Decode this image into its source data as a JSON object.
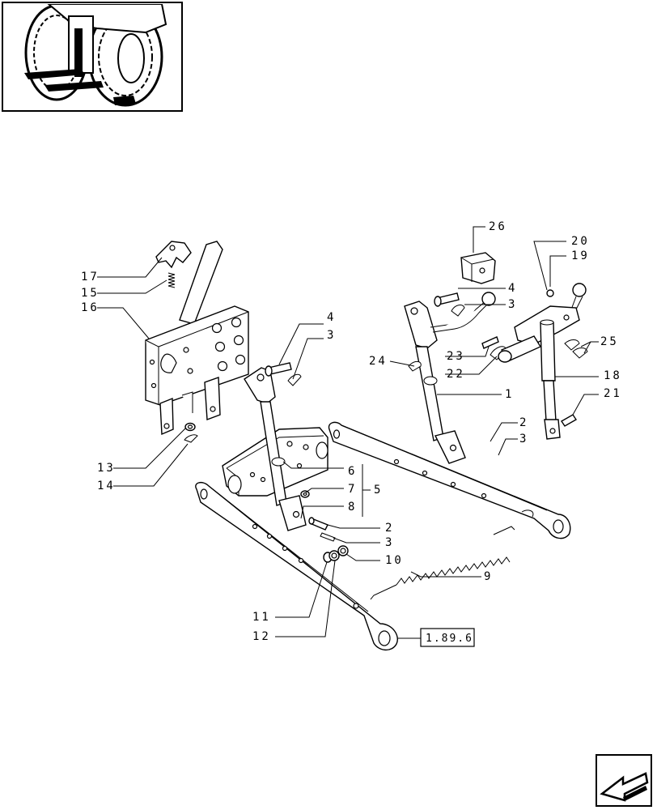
{
  "ref_box": {
    "label": "1.89.6"
  },
  "callouts": {
    "c1": "1",
    "c2a": "2",
    "c2b": "2",
    "c3a": "3",
    "c3b": "3",
    "c3c": "3",
    "c3d": "3",
    "c4a": "4",
    "c4b": "4",
    "c5": "5",
    "c6": "6",
    "c7": "7",
    "c8": "8",
    "c9": "9",
    "c10": "10",
    "c11": "11",
    "c12": "12",
    "c13": "13",
    "c14": "14",
    "c15": "15",
    "c16": "16",
    "c17": "17",
    "c18": "18",
    "c19": "19",
    "c20": "20",
    "c21": "21",
    "c22": "22",
    "c23": "23",
    "c24": "24",
    "c25": "25",
    "c26": "26"
  },
  "icons": {
    "thumbnail": "tractor-rear-linkage-thumbnail",
    "navigation": "arrow-back-icon"
  }
}
